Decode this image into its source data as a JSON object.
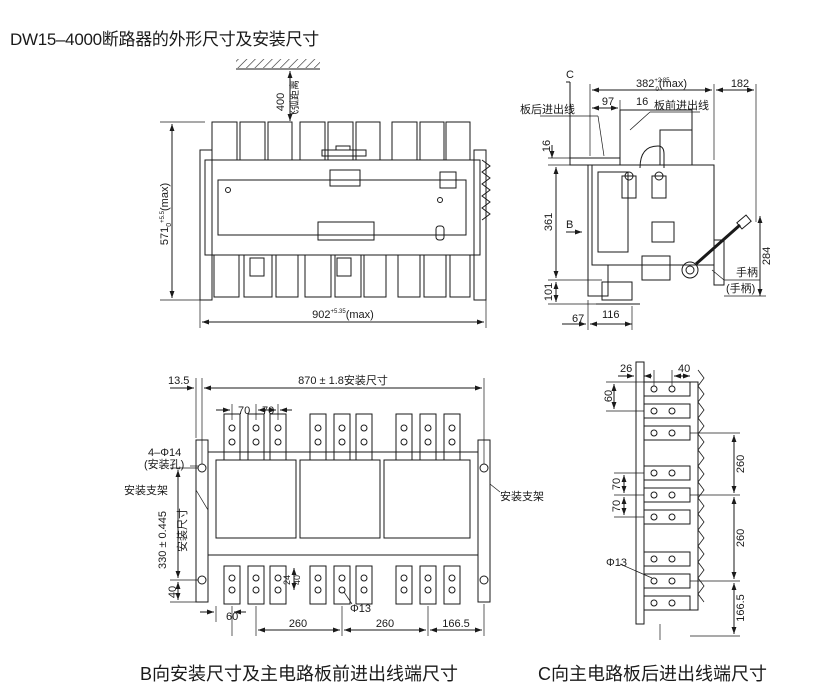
{
  "title": "DW15–4000断路器的外形尺寸及安装尺寸",
  "colors": {
    "line": "#1a1a1a",
    "background": "#ffffff"
  },
  "front_view": {
    "arc_distance_value": "400",
    "arc_distance_label": "飞弧距离",
    "height_base": "571",
    "height_tol": "0",
    "height_tol_up": "+5.5",
    "height_max": "(max)",
    "width_base": "902",
    "width_tol": "+5.35",
    "width_max": "(max)"
  },
  "side_view": {
    "view_mark": "C",
    "depth_base": "382",
    "depth_tol_up": "+2.85",
    "depth_tol": "0",
    "depth_max": "(max)",
    "dim_182": "182",
    "dim_97": "97",
    "dim_16_top": "16",
    "dim_16_left": "16",
    "dim_361": "361",
    "dim_284": "284",
    "dim_101": "101",
    "dim_67": "67",
    "dim_116": "116",
    "rear_line_label": "板后进出线",
    "front_line_label": "板前进出线",
    "view_b_mark": "B",
    "handle_label": "手柄",
    "handle_label_paren": "(手柄)"
  },
  "bottom_view": {
    "dim_13_5": "13.5",
    "install_width": "870 ± 1.8安装尺寸",
    "dim_70a": "70",
    "dim_70b": "70",
    "holes_label": "4–Φ14",
    "holes_label2": "(安装孔)",
    "bracket_left": "安装支架",
    "bracket_right": "安装支架",
    "install_height": "330 ± 0.445",
    "install_height2": "安装尺寸",
    "dim_40": "40",
    "dim_60": "60",
    "dim_24": "24",
    "dim_40b": "40",
    "phi13": "Φ13",
    "dim_260a": "260",
    "dim_260b": "260",
    "dim_166_5": "166.5"
  },
  "terminal_view": {
    "dim_26": "26",
    "dim_40": "40",
    "dim_60": "60",
    "dim_260a": "260",
    "dim_70a": "70",
    "dim_70b": "70",
    "dim_260b": "260",
    "phi13": "Φ13",
    "dim_166_5": "166.5"
  },
  "captions": {
    "b_view": "B向安装尺寸及主电路板前进出线端尺寸",
    "c_view": "C向主电路板后进出线端尺寸"
  }
}
